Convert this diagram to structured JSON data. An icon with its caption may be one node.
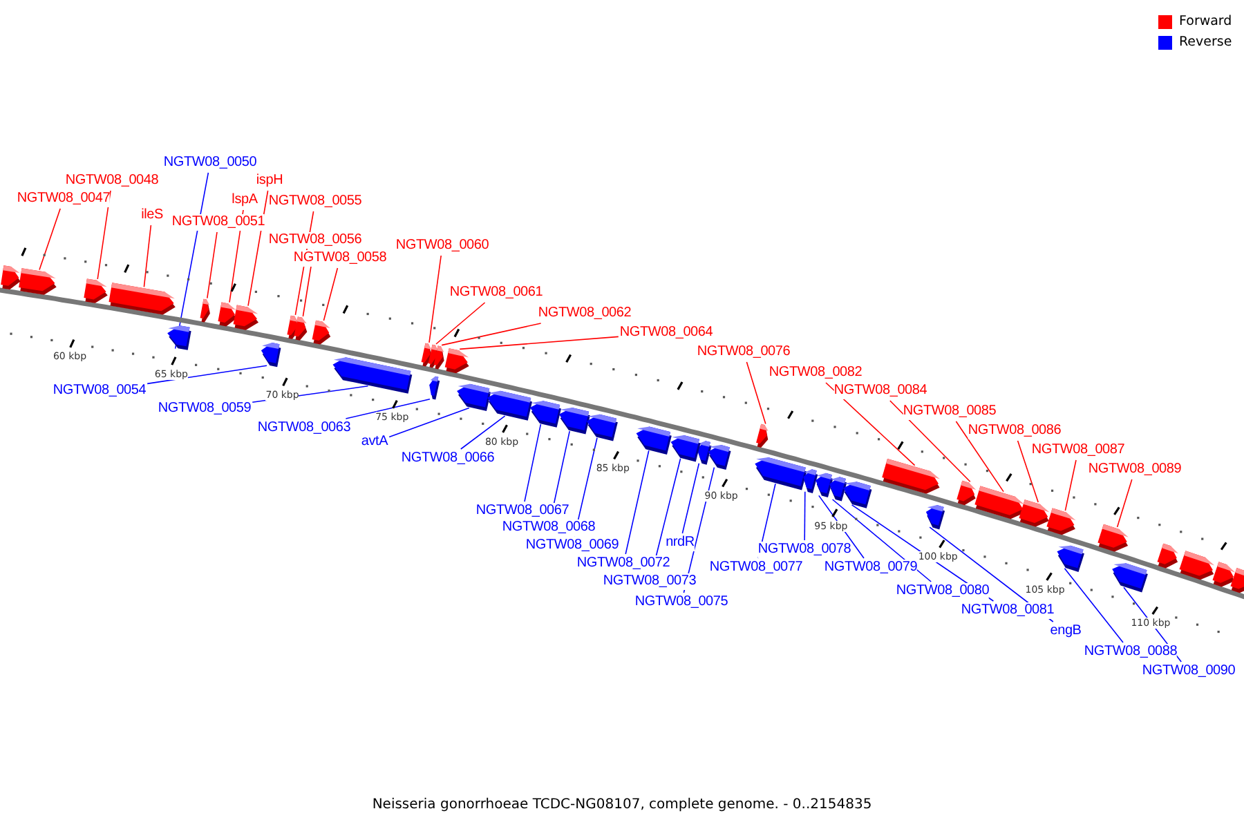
{
  "diagram": {
    "caption": "Neisseria gonorrhoeae TCDC-NG08107, complete genome. - 0..2154835",
    "nodes": [
      {
        "text": [
          "NGTW08_0047"
        ]
      },
      {
        "text": [
          "NGTW08_0048"
        ]
      },
      {
        "text": [
          "ileS"
        ]
      },
      {
        "text": [
          "NGTW08_0050"
        ]
      },
      {
        "text": [
          "NGTW08_0051"
        ]
      },
      {
        "text": [
          "lspA"
        ]
      },
      {
        "text": [
          "ispH"
        ]
      },
      {
        "text": [
          "NGTW08_0055"
        ]
      },
      {
        "text": [
          "NGTW08_0056"
        ]
      },
      {
        "text": [
          "NGTW08_0058"
        ]
      },
      {
        "text": [
          "NGTW08_0060"
        ]
      },
      {
        "text": [
          "NGTW08_0061"
        ]
      },
      {
        "text": [
          "NGTW08_0062"
        ]
      },
      {
        "text": [
          "NGTW08_0064"
        ]
      },
      {
        "text": [
          "NGTW08_0076"
        ]
      },
      {
        "text": [
          "NGTW08_0082"
        ]
      },
      {
        "text": [
          "NGTW08_0084"
        ]
      },
      {
        "text": [
          "NGTW08_0085"
        ]
      },
      {
        "text": [
          "NGTW08_0086"
        ]
      },
      {
        "text": [
          "NGTW08_0087"
        ]
      },
      {
        "text": [
          "NGTW08_0089"
        ]
      },
      {
        "text": [
          "NGTW08_0054"
        ]
      },
      {
        "text": [
          "NGTW08_0059"
        ]
      },
      {
        "text": [
          "NGTW08_0063"
        ]
      },
      {
        "text": [
          "avtA"
        ]
      },
      {
        "text": [
          "NGTW08_0066"
        ]
      },
      {
        "text": [
          "NGTW08_0067"
        ]
      },
      {
        "text": [
          "NGTW08_0068"
        ]
      },
      {
        "text": [
          "NGTW08_0069"
        ]
      },
      {
        "text": [
          "NGTW08_0072"
        ]
      },
      {
        "text": [
          "nrdR"
        ]
      },
      {
        "text": [
          "NGTW08_0073"
        ]
      },
      {
        "text": [
          "NGTW08_0075"
        ]
      },
      {
        "text": [
          "NGTW08_0077"
        ]
      },
      {
        "text": [
          "NGTW08_0078"
        ]
      },
      {
        "text": [
          "NGTW08_0079"
        ]
      },
      {
        "text": [
          "NGTW08_0080"
        ]
      },
      {
        "text": [
          "NGTW08_0081"
        ]
      },
      {
        "text": [
          "engB"
        ]
      },
      {
        "text": [
          "NGTW08_0088"
        ]
      },
      {
        "text": [
          "NGTW08_0090"
        ]
      },
      {
        "text": [],
        "shape": "arrow"
      },
      {
        "text": [],
        "shape": "arrow"
      },
      {
        "text": [],
        "shape": "arrow"
      },
      {
        "text": [],
        "shape": "arrow"
      },
      {
        "text": [],
        "shape": "arrow"
      },
      {
        "text": [],
        "shape": "arrow"
      },
      {
        "text": [],
        "shape": "arrow"
      },
      {
        "text": [],
        "shape": "arrow"
      },
      {
        "text": [],
        "shape": "arrow"
      },
      {
        "text": [],
        "shape": "arrow"
      },
      {
        "text": [],
        "shape": "arrow"
      },
      {
        "text": [],
        "shape": "arrow"
      },
      {
        "text": [],
        "shape": "arrow"
      },
      {
        "text": [],
        "shape": "arrow"
      },
      {
        "text": [],
        "shape": "arrow"
      },
      {
        "text": [],
        "shape": "arrow"
      },
      {
        "text": [],
        "shape": "arrow"
      },
      {
        "text": [],
        "shape": "arrow"
      },
      {
        "text": [],
        "shape": "arrow"
      },
      {
        "text": [],
        "shape": "arrow"
      },
      {
        "text": [],
        "shape": "arrow"
      },
      {
        "text": [],
        "shape": "arrow"
      },
      {
        "text": [],
        "shape": "arrow"
      },
      {
        "text": [],
        "shape": "arrow"
      },
      {
        "text": [],
        "shape": "arrow"
      },
      {
        "text": [],
        "shape": "arrow"
      },
      {
        "text": [],
        "shape": "arrow"
      },
      {
        "text": [],
        "shape": "arrow"
      },
      {
        "text": [],
        "shape": "arrow"
      },
      {
        "text": [],
        "shape": "arrow"
      },
      {
        "text": [],
        "shape": "arrow"
      },
      {
        "text": [],
        "shape": "arrow"
      },
      {
        "text": [],
        "shape": "arrow"
      },
      {
        "text": [],
        "shape": "arrow"
      },
      {
        "text": [],
        "shape": "arrow"
      },
      {
        "text": [],
        "shape": "arrow"
      },
      {
        "text": [],
        "shape": "arrow"
      },
      {
        "text": [],
        "shape": "arrow"
      },
      {
        "text": [],
        "shape": "arrow"
      },
      {
        "text": [],
        "shape": "arrow"
      },
      {
        "text": [],
        "shape": "arrow"
      },
      {
        "text": [],
        "shape": "arrow"
      },
      {
        "text": [],
        "shape": "arrow"
      },
      {
        "text": [],
        "shape": "arrow"
      },
      {
        "text": [],
        "shape": "arrow"
      },
      {
        "text": [],
        "shape": "arrow"
      }
    ],
    "edges": [
      {
        "from": 0,
        "to": 41,
        "arrow": "none",
        "color": "#ff0000"
      },
      {
        "from": 1,
        "to": 42,
        "arrow": "none",
        "color": "#ff0000"
      },
      {
        "from": 2,
        "to": 43,
        "arrow": "none",
        "color": "#ff0000"
      },
      {
        "from": 3,
        "to": 44,
        "arrow": "none",
        "color": "#0000ff"
      },
      {
        "from": 4,
        "to": 45,
        "arrow": "none",
        "color": "#ff0000"
      },
      {
        "from": 5,
        "to": 46,
        "arrow": "none",
        "color": "#ff0000"
      },
      {
        "from": 6,
        "to": 47,
        "arrow": "none",
        "color": "#ff0000"
      },
      {
        "from": 7,
        "to": 48,
        "arrow": "none",
        "color": "#ff0000"
      },
      {
        "from": 8,
        "to": 49,
        "arrow": "none",
        "color": "#ff0000"
      },
      {
        "from": 9,
        "to": 50,
        "arrow": "none",
        "color": "#ff0000"
      },
      {
        "from": 10,
        "to": 51,
        "arrow": "none",
        "color": "#ff0000"
      },
      {
        "from": 11,
        "to": 52,
        "arrow": "none",
        "color": "#ff0000"
      },
      {
        "from": 12,
        "to": 53,
        "arrow": "none",
        "color": "#ff0000"
      },
      {
        "from": 13,
        "to": 54,
        "arrow": "none",
        "color": "#ff0000"
      },
      {
        "from": 14,
        "to": 55,
        "arrow": "none",
        "color": "#ff0000"
      },
      {
        "from": 15,
        "to": 56,
        "arrow": "none",
        "color": "#ff0000"
      },
      {
        "from": 16,
        "to": 57,
        "arrow": "none",
        "color": "#ff0000"
      },
      {
        "from": 17,
        "to": 58,
        "arrow": "none",
        "color": "#ff0000"
      },
      {
        "from": 18,
        "to": 59,
        "arrow": "none",
        "color": "#ff0000"
      },
      {
        "from": 19,
        "to": 60,
        "arrow": "none",
        "color": "#ff0000"
      },
      {
        "from": 20,
        "to": 61,
        "arrow": "none",
        "color": "#ff0000"
      },
      {
        "from": 21,
        "to": 62,
        "arrow": "none",
        "color": "#0000ff"
      },
      {
        "from": 22,
        "to": 63,
        "arrow": "none",
        "color": "#0000ff"
      },
      {
        "from": 23,
        "to": 64,
        "arrow": "none",
        "color": "#0000ff"
      },
      {
        "from": 24,
        "to": 65,
        "arrow": "none",
        "color": "#0000ff"
      },
      {
        "from": 25,
        "to": 66,
        "arrow": "none",
        "color": "#0000ff"
      },
      {
        "from": 26,
        "to": 67,
        "arrow": "none",
        "color": "#0000ff"
      },
      {
        "from": 27,
        "to": 68,
        "arrow": "none",
        "color": "#0000ff"
      },
      {
        "from": 28,
        "to": 69,
        "arrow": "none",
        "color": "#0000ff"
      },
      {
        "from": 29,
        "to": 70,
        "arrow": "none",
        "color": "#0000ff"
      },
      {
        "from": 30,
        "to": 71,
        "arrow": "none",
        "color": "#0000ff"
      },
      {
        "from": 31,
        "to": 72,
        "arrow": "none",
        "color": "#0000ff"
      },
      {
        "from": 32,
        "to": 73,
        "arrow": "none",
        "color": "#0000ff"
      },
      {
        "from": 33,
        "to": 74,
        "arrow": "none",
        "color": "#0000ff"
      },
      {
        "from": 34,
        "to": 75,
        "arrow": "none",
        "color": "#0000ff"
      },
      {
        "from": 35,
        "to": 76,
        "arrow": "none",
        "color": "#0000ff"
      },
      {
        "from": 36,
        "to": 77,
        "arrow": "none",
        "color": "#0000ff"
      },
      {
        "from": 37,
        "to": 78,
        "arrow": "none",
        "color": "#0000ff"
      },
      {
        "from": 38,
        "to": 79,
        "arrow": "none",
        "color": "#0000ff"
      },
      {
        "from": 39,
        "to": 80,
        "arrow": "none",
        "color": "#0000ff"
      },
      {
        "from": 40,
        "to": 81,
        "arrow": "none",
        "color": "#0000ff"
      }
    ],
    "labels": [
      "60 kbp",
      "65 kbp",
      "70 kbp",
      "75 kbp",
      "80 kbp",
      "85 kbp",
      "90 kbp",
      "95 kbp",
      "100 kbp",
      "105 kbp",
      "110 kbp"
    ],
    "legend": [
      {
        "text": "Forward",
        "color": "#ff0000"
      },
      {
        "text": "Reverse",
        "color": "#0000ff"
      }
    ]
  }
}
